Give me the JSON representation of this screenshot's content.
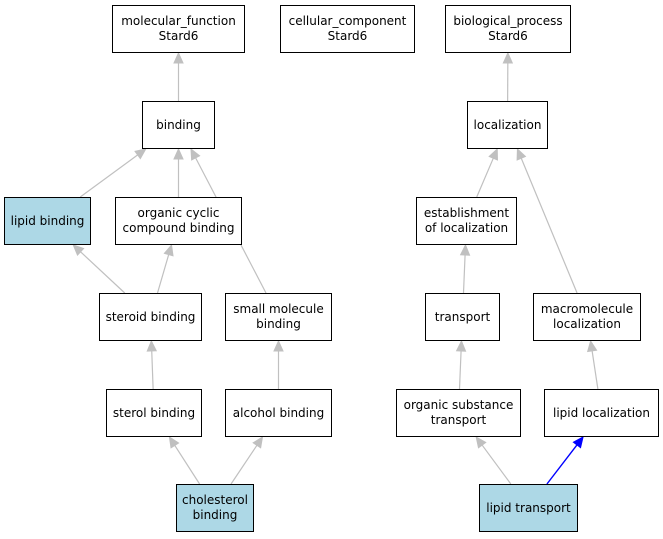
{
  "colors": {
    "highlight_fill": "#add8e6",
    "edge_default": "#c0c0c0",
    "edge_highlight": "#0000ff"
  },
  "nodes": {
    "molecular_function": "molecular_function\nStard6",
    "cellular_component": "cellular_component\nStard6",
    "biological_process": "biological_process\nStard6",
    "binding": "binding",
    "localization": "localization",
    "lipid_binding": "lipid binding",
    "organic_cyclic_compound_binding": "organic cyclic\ncompound binding",
    "establishment_of_localization": "establishment\nof localization",
    "steroid_binding": "steroid binding",
    "small_molecule_binding": "small molecule\nbinding",
    "transport": "transport",
    "macromolecule_localization": "macromolecule\nlocalization",
    "sterol_binding": "sterol binding",
    "alcohol_binding": "alcohol binding",
    "organic_substance_transport": "organic substance\ntransport",
    "lipid_localization": "lipid localization",
    "cholesterol_binding": "cholesterol\nbinding",
    "lipid_transport": "lipid transport"
  },
  "highlighted_nodes": [
    "lipid_binding",
    "cholesterol_binding",
    "lipid_transport"
  ],
  "edges": [
    {
      "from": "binding",
      "to": "molecular_function"
    },
    {
      "from": "lipid_binding",
      "to": "binding"
    },
    {
      "from": "organic_cyclic_compound_binding",
      "to": "binding"
    },
    {
      "from": "small_molecule_binding",
      "to": "binding"
    },
    {
      "from": "steroid_binding",
      "to": "lipid_binding"
    },
    {
      "from": "steroid_binding",
      "to": "organic_cyclic_compound_binding"
    },
    {
      "from": "sterol_binding",
      "to": "steroid_binding"
    },
    {
      "from": "alcohol_binding",
      "to": "small_molecule_binding"
    },
    {
      "from": "cholesterol_binding",
      "to": "sterol_binding"
    },
    {
      "from": "cholesterol_binding",
      "to": "alcohol_binding"
    },
    {
      "from": "localization",
      "to": "biological_process"
    },
    {
      "from": "establishment_of_localization",
      "to": "localization"
    },
    {
      "from": "macromolecule_localization",
      "to": "localization"
    },
    {
      "from": "transport",
      "to": "establishment_of_localization"
    },
    {
      "from": "organic_substance_transport",
      "to": "transport"
    },
    {
      "from": "lipid_localization",
      "to": "macromolecule_localization"
    },
    {
      "from": "lipid_transport",
      "to": "organic_substance_transport"
    },
    {
      "from": "lipid_transport",
      "to": "lipid_localization",
      "highlight": true
    }
  ]
}
